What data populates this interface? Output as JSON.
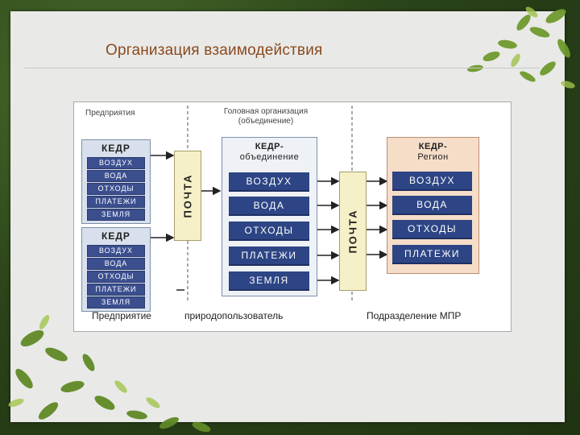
{
  "slide": {
    "title": "Организация взаимодействия"
  },
  "diagram": {
    "section_enterprises": "Предприятия",
    "section_head_line1": "Головная организация",
    "section_head_line2": "(объединение)",
    "enterprise_block_1": {
      "title": "КЕДР",
      "items": [
        "ВОЗДУХ",
        "ВОДА",
        "ОТХОДЫ",
        "ПЛАТЕЖИ",
        "ЗЕМЛЯ"
      ]
    },
    "enterprise_block_2": {
      "title": "КЕДР",
      "items": [
        "ВОЗДУХ",
        "ВОДА",
        "ОТХОДЫ",
        "ПЛАТЕЖИ",
        "ЗЕМЛЯ"
      ]
    },
    "mail_label": "ПОЧТА",
    "association_block": {
      "title_line1": "КЕДР-",
      "title_line2": "объединение",
      "items": [
        "ВОЗДУХ",
        "ВОДА",
        "ОТХОДЫ",
        "ПЛАТЕЖИ",
        "ЗЕМЛЯ"
      ]
    },
    "region_block": {
      "title_line1": "КЕДР-",
      "title_line2": "Регион",
      "items": [
        "ВОЗДУХ",
        "ВОДА",
        "ОТХОДЫ",
        "ПЛАТЕЖИ"
      ]
    },
    "bottom_left": "Предприятие",
    "bottom_middle": "природопользователь",
    "bottom_right": "Подразделение МПР"
  },
  "colors": {
    "title": "#8a4a1f",
    "block_blue": "#2d4585",
    "mail_fill": "#f5f0c8",
    "region_fill": "#f6ddc8"
  }
}
